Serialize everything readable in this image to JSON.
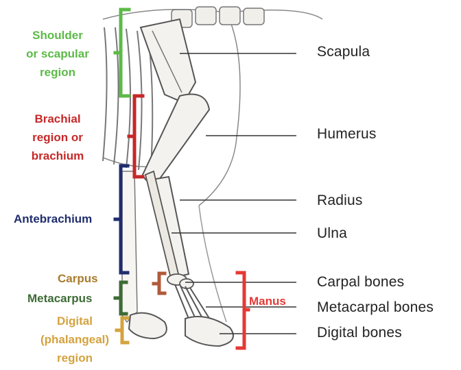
{
  "regions": {
    "shoulder": {
      "lines": [
        "Shoulder",
        "or scapular",
        "region"
      ],
      "color": "#5cba47"
    },
    "brachial": {
      "lines": [
        "Brachial",
        "region or",
        "brachium"
      ],
      "color": "#c62828"
    },
    "antebrachium": {
      "label": "Antebrachium",
      "color": "#1f2d6e"
    },
    "carpus": {
      "label": "Carpus",
      "color": "#a97a2c"
    },
    "metacarpus": {
      "label": "Metacarpus",
      "color": "#3d6b35"
    },
    "digital": {
      "lines": [
        "Digital",
        "(phalangeal)",
        "region"
      ],
      "color": "#d4a23e"
    },
    "manus": {
      "label": "Manus",
      "color": "#e53935"
    }
  },
  "bones": {
    "scapula": "Scapula",
    "humerus": "Humerus",
    "radius": "Radius",
    "ulna": "Ulna",
    "carpal": "Carpal bones",
    "metacarpal": "Metacarpal bones",
    "digital": "Digital bones"
  },
  "colors": {
    "bone_outline": "#555555",
    "bone_fill": "#f4f2ee",
    "leader_line": "#333333",
    "carpal_bracket": "#b05a3a"
  }
}
